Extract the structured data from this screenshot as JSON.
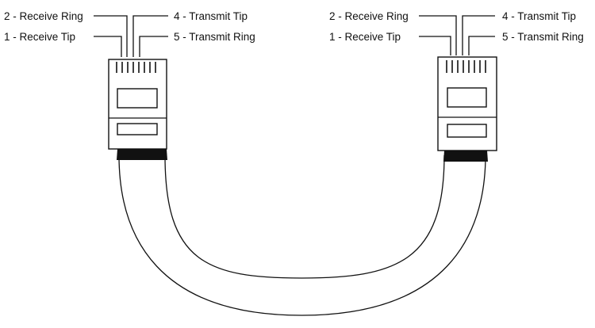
{
  "diagram": {
    "left_connector": {
      "labels": {
        "pin2": "2 - Receive Ring",
        "pin1": "1 - Receive Tip",
        "pin4": "4 - Transmit Tip",
        "pin5": "5 - Transmit Ring"
      }
    },
    "right_connector": {
      "labels": {
        "pin2": "2 - Receive Ring",
        "pin1": "1 - Receive Tip",
        "pin4": "4 - Transmit Tip",
        "pin5": "5 - Transmit Ring"
      }
    },
    "colors": {
      "line": "#111111",
      "background": "#ffffff"
    }
  }
}
